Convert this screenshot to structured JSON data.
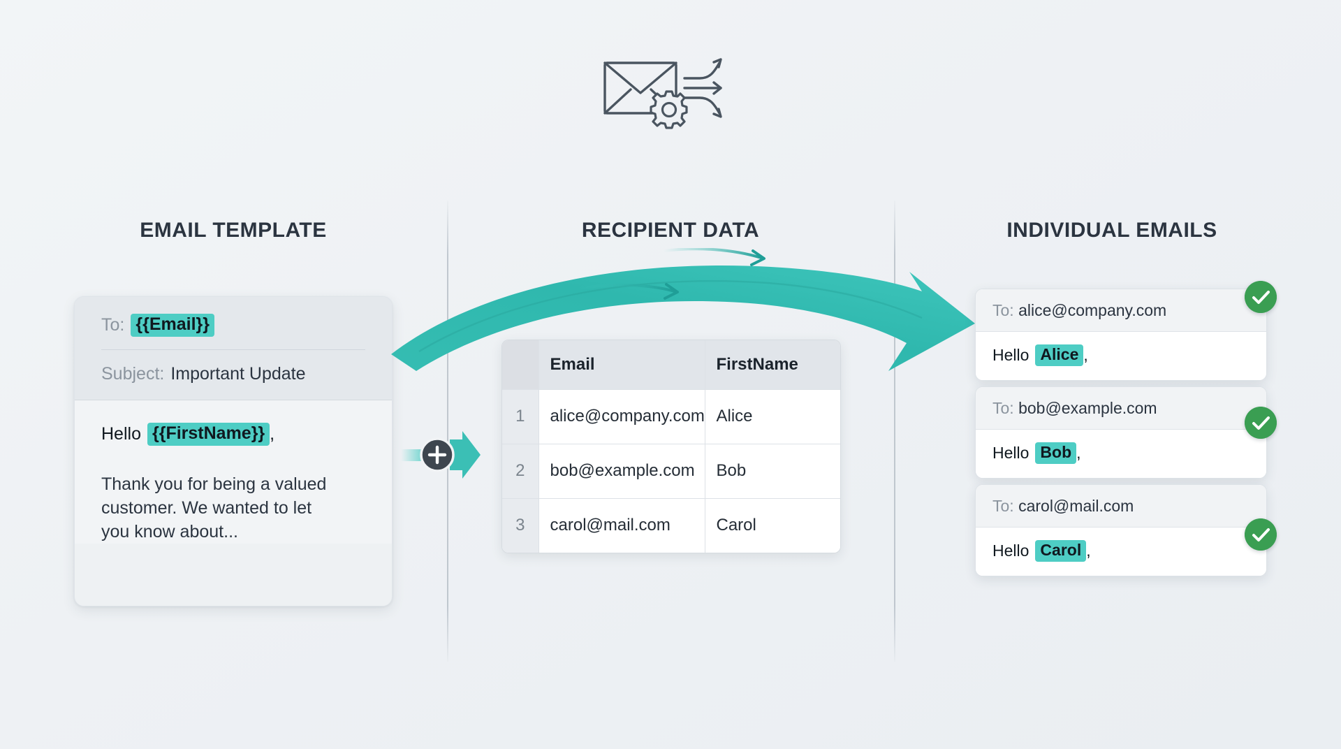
{
  "hero": {
    "icon": "envelope-gear-distribute-icon"
  },
  "columns": {
    "template_heading": "EMAIL TEMPLATE",
    "recipient_heading": "RECIPIENT DATA",
    "emails_heading": "INDIVIDUAL EMAILS"
  },
  "template": {
    "to_label": "To:",
    "to_value": "{{Email}}",
    "subject_label": "Subject:",
    "subject_value": "Important Update",
    "greeting_lead": "Hello",
    "greeting_tag": "{{FirstName}}",
    "greeting_comma": ",",
    "paragraph": "Thank you for being a valued customer. We wanted to let you know about..."
  },
  "merge": {
    "plus_label": "+",
    "icon": "plus-circle-icon",
    "arrow_icon": "arrow-right-icon"
  },
  "recipient_table": {
    "columns": [
      "",
      "Email",
      "FirstName"
    ],
    "rows": [
      {
        "index": "1",
        "email": "alice@company.com",
        "firstname": "Alice"
      },
      {
        "index": "2",
        "email": "bob@example.com",
        "firstname": "Bob"
      },
      {
        "index": "3",
        "email": "carol@mail.com",
        "firstname": "Carol"
      }
    ]
  },
  "emails": [
    {
      "to_label": "To:",
      "to_value": "alice@company.com",
      "greeting_lead": "Hello",
      "name": "Alice",
      "comma": ",",
      "status_icon": "check-circle-icon"
    },
    {
      "to_label": "To:",
      "to_value": "bob@example.com",
      "greeting_lead": "Hello",
      "name": "Bob",
      "comma": ",",
      "status_icon": "check-circle-icon"
    },
    {
      "to_label": "To:",
      "to_value": "carol@mail.com",
      "greeting_lead": "Hello",
      "name": "Carol",
      "comma": ",",
      "status_icon": "check-circle-icon"
    }
  ],
  "flow": {
    "arrow_icon": "curved-flow-arrow-icon"
  },
  "colors": {
    "accent_teal": "#4ecdc4",
    "flow_arrow_teal": "#2cb5ad",
    "status_green": "#3a9e52",
    "heading_dark": "#2b3440",
    "muted_label": "#8b949e",
    "background": "#eef1f4"
  }
}
